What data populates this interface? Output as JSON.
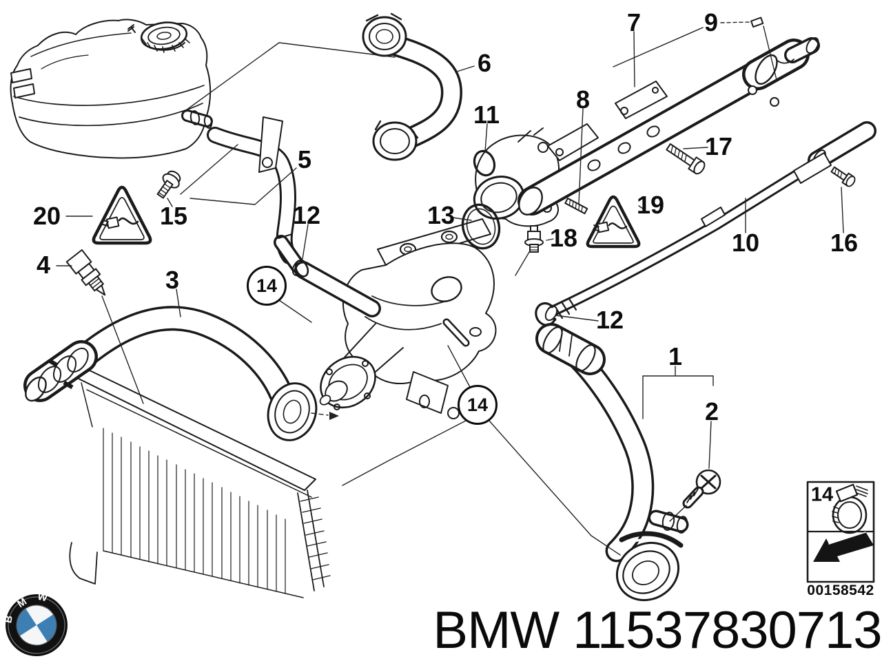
{
  "title": {
    "text": "BMW 11537830713"
  },
  "catalog": {
    "image_code": "00158542"
  },
  "legend": {
    "clamp_item": "14"
  },
  "logo": {
    "b": "B",
    "m": "M",
    "w": "W",
    "blue": "#3d7fb2"
  },
  "callouts": {
    "n1": "1",
    "n2": "2",
    "n3": "3",
    "n4": "4",
    "n5": "5",
    "n6": "6",
    "n7": "7",
    "n8": "8",
    "n9": "9",
    "n10": "10",
    "n11": "11",
    "n12a": "12",
    "n12b": "12",
    "n13": "13",
    "n14a": "14",
    "n14b": "14",
    "n15": "15",
    "n16": "16",
    "n17": "17",
    "n18": "18",
    "n19": "19",
    "n20": "20"
  }
}
